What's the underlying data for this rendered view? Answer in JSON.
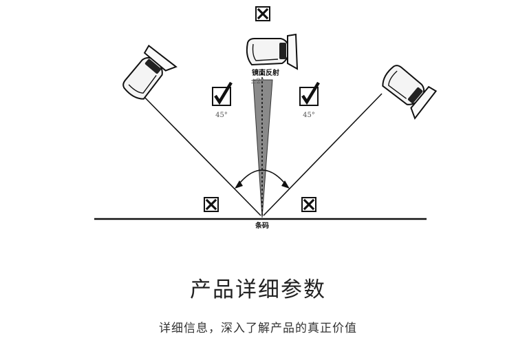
{
  "diagram": {
    "label_mirror": "镜面反射",
    "label_mirror_tolerance": "±2°",
    "label_left_angle": "45°",
    "label_right_angle": "45°",
    "label_barcode": "条码"
  },
  "section": {
    "title": "产品详细参数",
    "subtitle": "详细信息，深入了解产品的真正价值"
  }
}
